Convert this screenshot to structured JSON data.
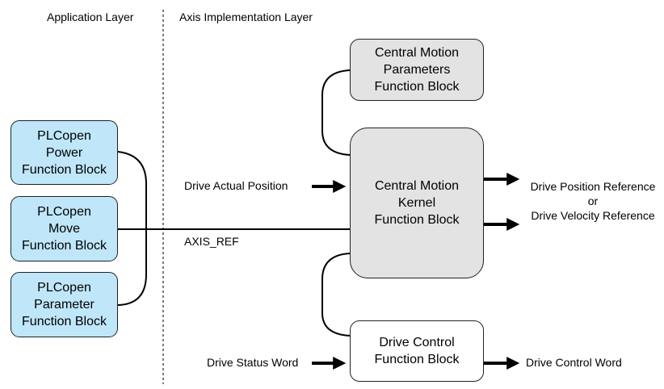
{
  "layers": {
    "application": "Application Layer",
    "axis": "Axis Implementation Layer"
  },
  "plcopen_blocks": [
    {
      "lines": [
        "PLCopen",
        "Power",
        "Function Block"
      ]
    },
    {
      "lines": [
        "PLCopen",
        "Move",
        "Function Block"
      ]
    },
    {
      "lines": [
        "PLCopen",
        "Parameter",
        "Function Block"
      ]
    }
  ],
  "central_params_block": {
    "lines": [
      "Central Motion",
      "Parameters",
      "Function Block"
    ]
  },
  "kernel_block": {
    "lines": [
      "Central Motion",
      "Kernel",
      "Function Block"
    ]
  },
  "drive_control_block": {
    "lines": [
      "Drive Control",
      "Function Block"
    ]
  },
  "signals": {
    "drive_actual_position": "Drive Actual Position",
    "axis_ref": "AXIS_REF",
    "drive_position_reference": "Drive Position Reference",
    "or": "or",
    "drive_velocity_reference": "Drive Velocity Reference",
    "drive_status_word": "Drive Status Word",
    "drive_control_word": "Drive Control Word"
  }
}
